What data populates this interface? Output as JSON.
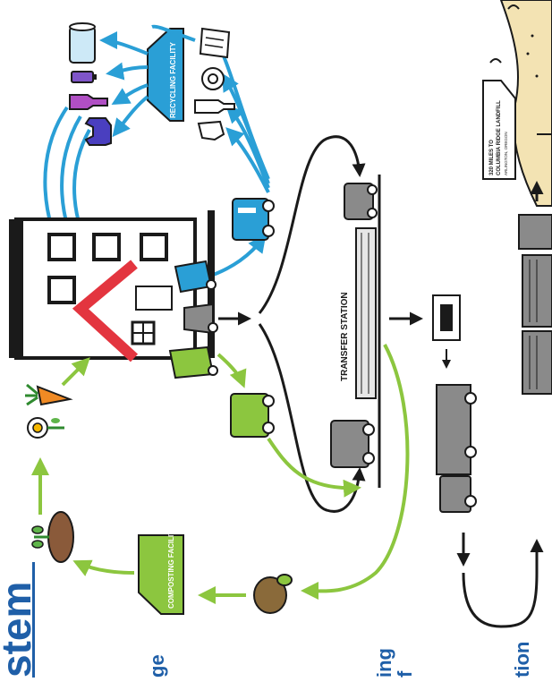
{
  "colors": {
    "blue": "#2a9fd6",
    "green": "#8cc63f",
    "black": "#1a1a1a",
    "red": "#e3353f",
    "title_blue": "#1f5fa8",
    "landfill": "#f3e3b3",
    "purple": "#6a3ab8"
  },
  "labels": {
    "recycling_facility": "RECYCLING FACILITY",
    "composting_facility": "COMPOSTING FACILITY",
    "transfer_station": "TRANSFER STATION",
    "landfill_line1": "320 MILES TO",
    "landfill_line2": "COLUMBIA RIDGE LANDFILL",
    "landfill_line3": "ARLINGTON, OREGON"
  },
  "title_fragment": "stem",
  "section_fragments": {
    "left": "ge",
    "middle_a": "ing",
    "middle_b": "f",
    "right": "tion"
  },
  "icons": [
    "house-icon",
    "paper-towel-icon",
    "battery-icon",
    "bottle-icon",
    "tshirt-icon",
    "newspaper-icon",
    "cans-icon",
    "glass-bottle-icon",
    "crushed-can-icon",
    "recycling-truck-icon",
    "garbage-truck-icon",
    "compost-truck-icon",
    "carrot-icon",
    "flower-icon",
    "sprout-icon",
    "food-scraps-icon",
    "semi-truck-icon",
    "train-icon",
    "compactor-icon"
  ]
}
